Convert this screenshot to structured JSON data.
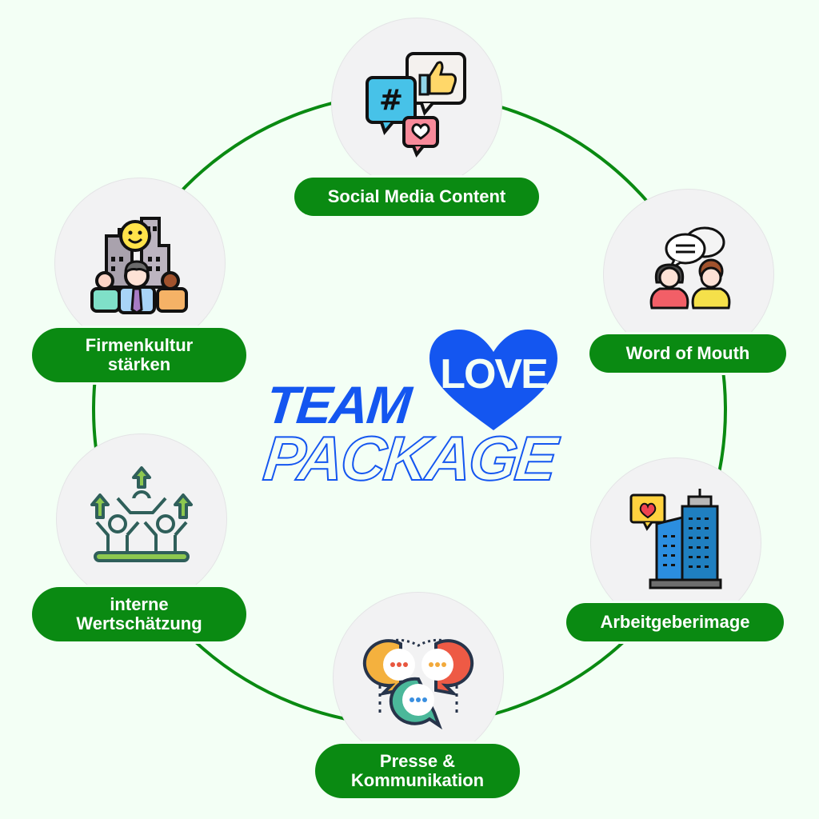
{
  "logo": {
    "line1": "TEAM",
    "heart_word": "LOVE",
    "line2": "PACKAGE"
  },
  "colors": {
    "background": "#f3fff5",
    "ring": "#0a8a12",
    "pill": "#0a8a12",
    "pill_text": "#ffffff",
    "node_circle": "#f2f2f3",
    "logo_blue": "#1456f0"
  },
  "nodes": [
    {
      "id": "social-media",
      "icon": "social-media-chat-icon",
      "lines": [
        "Social Media Content"
      ]
    },
    {
      "id": "word-of-mouth",
      "icon": "people-talking-icon",
      "lines": [
        "Word of Mouth"
      ]
    },
    {
      "id": "arbeitgeberimage",
      "icon": "office-building-heart-icon",
      "lines": [
        "Arbeitgeberimage"
      ]
    },
    {
      "id": "presse",
      "icon": "chat-bubbles-icon",
      "lines": [
        "Presse &",
        "Kommunikation"
      ]
    },
    {
      "id": "wertschaetzung",
      "icon": "team-growth-icon",
      "lines": [
        "interne",
        "Wertschätzung"
      ]
    },
    {
      "id": "firmenkultur",
      "icon": "company-culture-icon",
      "lines": [
        "Firmenkultur",
        "stärken"
      ]
    }
  ]
}
